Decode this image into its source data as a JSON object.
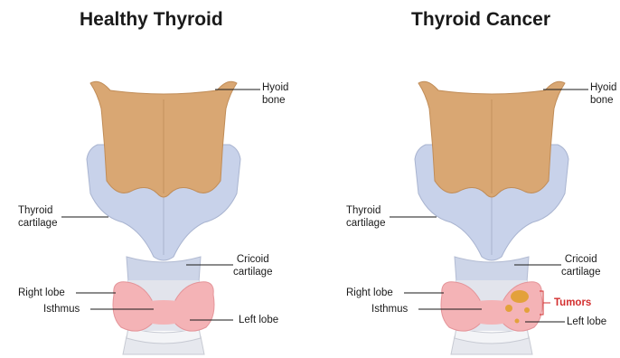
{
  "colors": {
    "bone": "#d9a773",
    "cartilage": "#c8d2ea",
    "thyroid": "#f4b3b6",
    "tumor": "#e3a13b",
    "tumor_label": "#d32f2f"
  },
  "left_panel": {
    "title": "Healthy Thyroid",
    "labels": {
      "hyoid": [
        "Hyoid",
        "bone"
      ],
      "thyroid_cartilage": [
        "Thyroid",
        "cartilage"
      ],
      "cricoid": [
        "Cricoid",
        "cartilage"
      ],
      "right_lobe": "Right lobe",
      "isthmus": "Isthmus",
      "left_lobe": "Left lobe"
    }
  },
  "right_panel": {
    "title": "Thyroid Cancer",
    "labels": {
      "hyoid": [
        "Hyoid",
        "bone"
      ],
      "thyroid_cartilage": [
        "Thyroid",
        "cartilage"
      ],
      "cricoid": [
        "Cricoid",
        "cartilage"
      ],
      "right_lobe": "Right lobe",
      "isthmus": "Isthmus",
      "left_lobe": "Left lobe",
      "tumors": "Tumors"
    }
  }
}
